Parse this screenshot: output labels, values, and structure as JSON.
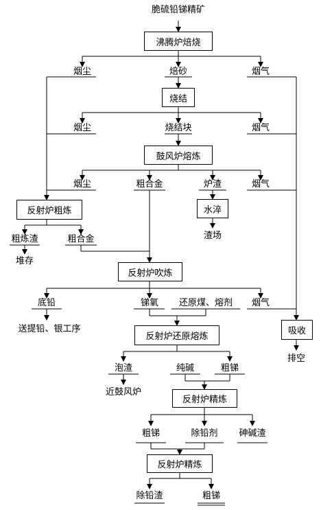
{
  "flowchart": {
    "raw_material": "脆硫铅锑精矿",
    "boiling_furnace_roasting": "沸腾炉焙烧",
    "dust_1": "烟尘",
    "calcine": "焙砂",
    "flue_gas_1": "烟气",
    "sintering": "烧结",
    "dust_2": "烟尘",
    "sinter_block": "烧结块",
    "flue_gas_2": "烟气",
    "blast_furnace_smelting": "鼓风炉熔炼",
    "dust_3": "烟尘",
    "crude_alloy_1": "粗合金",
    "furnace_slag": "炉渣",
    "flue_gas_3": "烟气",
    "water_quench": "水淬",
    "slag_yard": "渣场",
    "reverberatory_rough_smelting": "反射炉粗炼",
    "rough_slag": "粗炼渣",
    "stockpile": "堆存",
    "crude_alloy_2": "粗合金",
    "reverberatory_blowing": "反射炉吹炼",
    "bottom_lead": "底铅",
    "sent_to_lead_silver": "送提铅、银工序",
    "antimony_oxide": "锑氧",
    "reducing_coal_flux": "还原煤、熔剂",
    "flue_gas_4": "烟气",
    "absorption": "吸收",
    "vent": "排空",
    "reverberatory_reduction_smelting": "反射炉还原熔炼",
    "foam_slag": "泡渣",
    "to_blast_furnace": "近鼓风炉",
    "soda_ash": "纯碱",
    "crude_antimony_1": "粗锑",
    "reverberatory_refining_1": "反射炉精炼",
    "crude_antimony_2": "粗锑",
    "lead_remover": "除铅剂",
    "arsenic_alkali_slag": "砷碱渣",
    "reverberatory_refining_2": "反射炉精炼",
    "lead_removal_slag": "除铅渣",
    "crude_antimony_final": "粗锑"
  }
}
